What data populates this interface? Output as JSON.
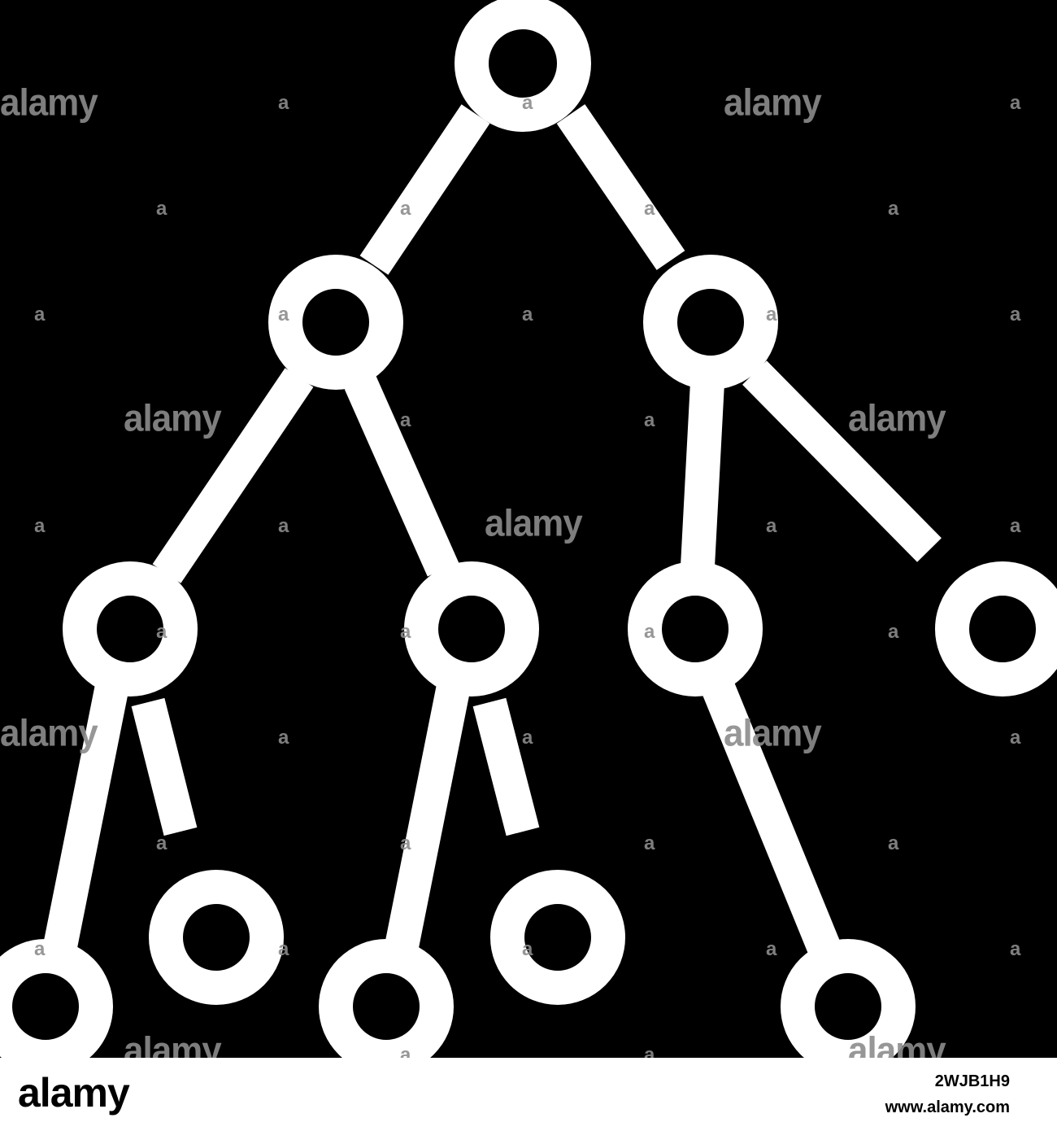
{
  "diagram": {
    "type": "tree-icon",
    "colors": {
      "background": "#000000",
      "stroke": "#ffffff",
      "watermark": "#8c8c8c"
    },
    "node_count": 12,
    "nodes": [
      "root",
      "level1-left",
      "level1-right",
      "level2-a",
      "level2-b",
      "level2-c",
      "level2-d",
      "level3-a",
      "level3-b",
      "level3-c",
      "level3-d",
      "level3-e"
    ]
  },
  "watermark": {
    "big_text": "alamy",
    "small_text": "a"
  },
  "footer": {
    "logo": "alamy",
    "image_id": "2WJB1H9",
    "site": "www.alamy.com"
  }
}
